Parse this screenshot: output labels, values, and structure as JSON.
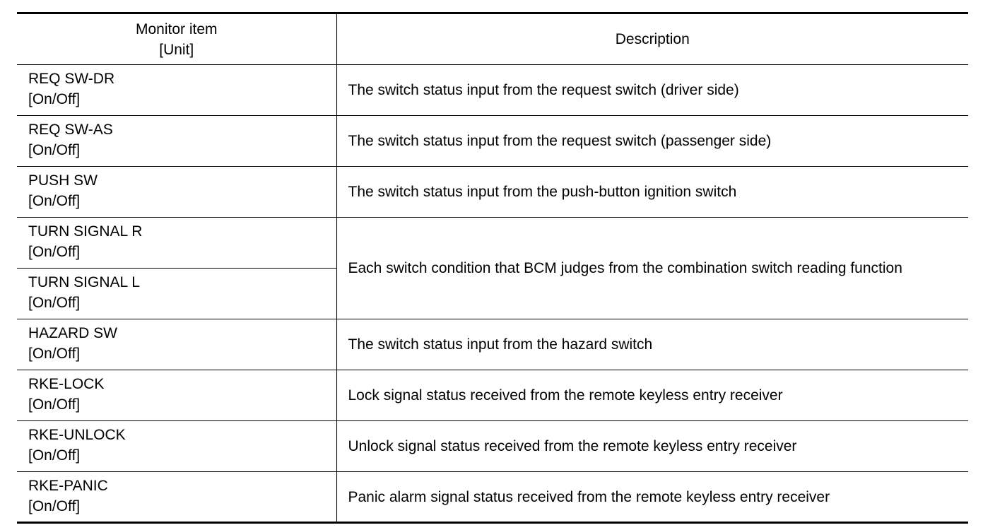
{
  "header": {
    "col1_line1": "Monitor item",
    "col1_line2": "[Unit]",
    "col2": "Description"
  },
  "rows": [
    {
      "item": "REQ SW-DR",
      "unit": "[On/Off]",
      "description": "The switch status input from the request switch (driver side)"
    },
    {
      "item": "REQ SW-AS",
      "unit": "[On/Off]",
      "description": "The switch status input from the request switch (passenger side)"
    },
    {
      "item": "PUSH SW",
      "unit": "[On/Off]",
      "description": "The switch status input from the push-button ignition switch"
    },
    {
      "item": "TURN SIGNAL R",
      "unit": "[On/Off]",
      "description": "Each switch condition that BCM judges from the combination switch reading function"
    },
    {
      "item": "TURN SIGNAL L",
      "unit": "[On/Off]"
    },
    {
      "item": "HAZARD SW",
      "unit": "[On/Off]",
      "description": "The switch status input from the hazard switch"
    },
    {
      "item": "RKE-LOCK",
      "unit": "[On/Off]",
      "description": "Lock signal status received from the remote keyless entry receiver"
    },
    {
      "item": "RKE-UNLOCK",
      "unit": "[On/Off]",
      "description": "Unlock signal status received from the remote keyless entry receiver"
    },
    {
      "item": "RKE-PANIC",
      "unit": "[On/Off]",
      "description": "Panic alarm signal status received from the remote keyless entry receiver"
    }
  ]
}
